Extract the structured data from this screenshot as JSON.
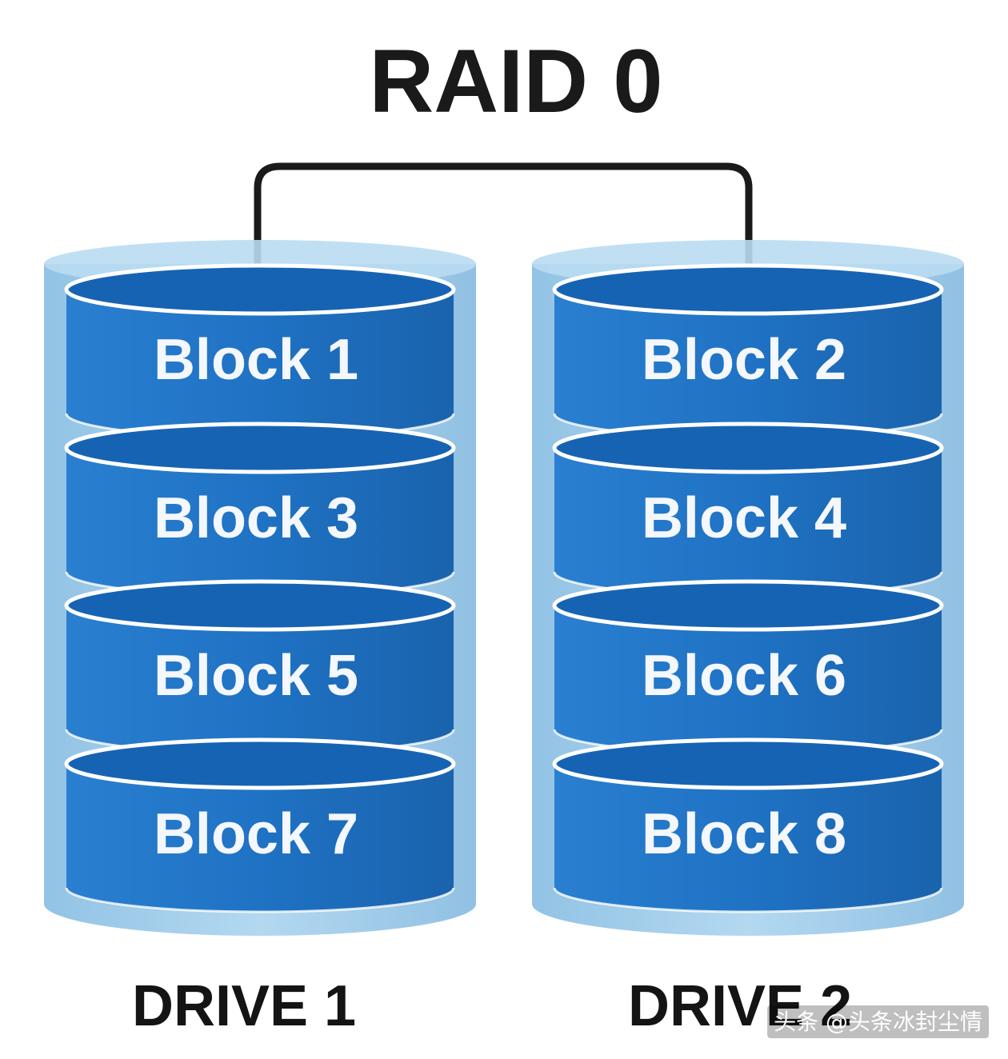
{
  "title": "RAID 0",
  "drives": [
    {
      "label": "DRIVE 1",
      "blocks": [
        "Block 1",
        "Block 3",
        "Block 5",
        "Block 7"
      ]
    },
    {
      "label": "DRIVE 2",
      "blocks": [
        "Block 2",
        "Block 4",
        "Block 6",
        "Block 8"
      ]
    }
  ],
  "watermark": "头条 @头条冰封尘情",
  "colors": {
    "disk_front": "#1e6fc0",
    "disk_top": "#1763b3",
    "disk_rim": "#ffffff",
    "drive_shell": "#8fc3e6",
    "connector": "#1a1a1a",
    "block_text": "#f4f7fb",
    "title_text": "#1a1a1a"
  }
}
